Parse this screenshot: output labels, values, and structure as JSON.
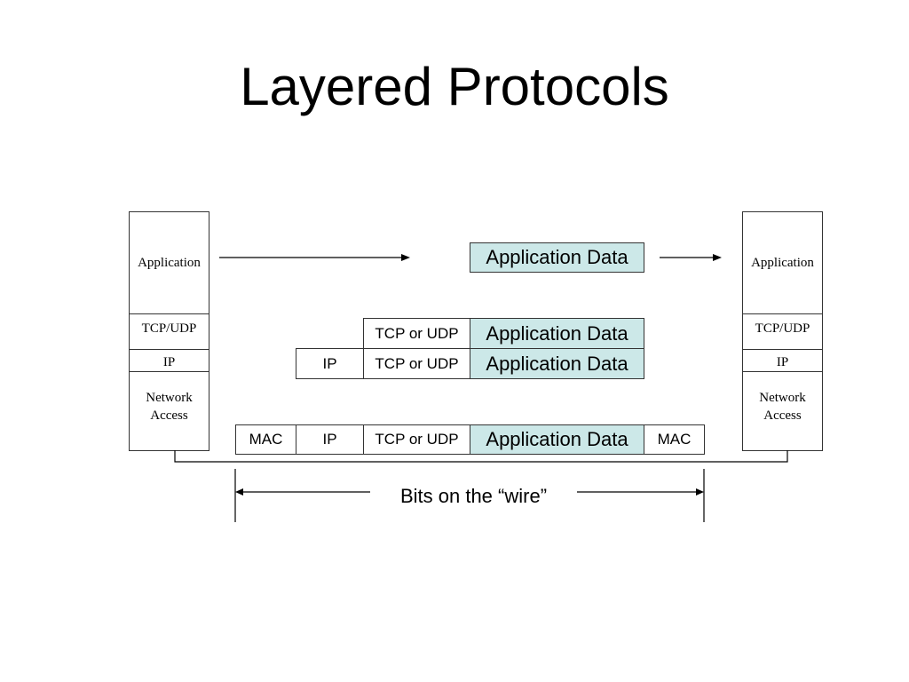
{
  "title": "Layered Protocols",
  "stacks": {
    "left": {
      "application": "Application",
      "transport": "TCP/UDP",
      "network": "IP",
      "access": "Network Access"
    },
    "right": {
      "application": "Application",
      "transport": "TCP/UDP",
      "network": "IP",
      "access": "Network Access"
    }
  },
  "rows": [
    {
      "cells": [
        "Application Data"
      ]
    },
    {
      "cells": [
        "TCP or UDP",
        "Application Data"
      ]
    },
    {
      "cells": [
        "IP",
        "TCP or UDP",
        "Application Data"
      ]
    },
    {
      "cells": [
        "MAC",
        "IP",
        "TCP or UDP",
        "Application Data",
        "MAC"
      ]
    }
  ],
  "wire_label": "Bits on the “wire”",
  "colors": {
    "payload_fill": "#cce8e8",
    "border": "#333333"
  }
}
